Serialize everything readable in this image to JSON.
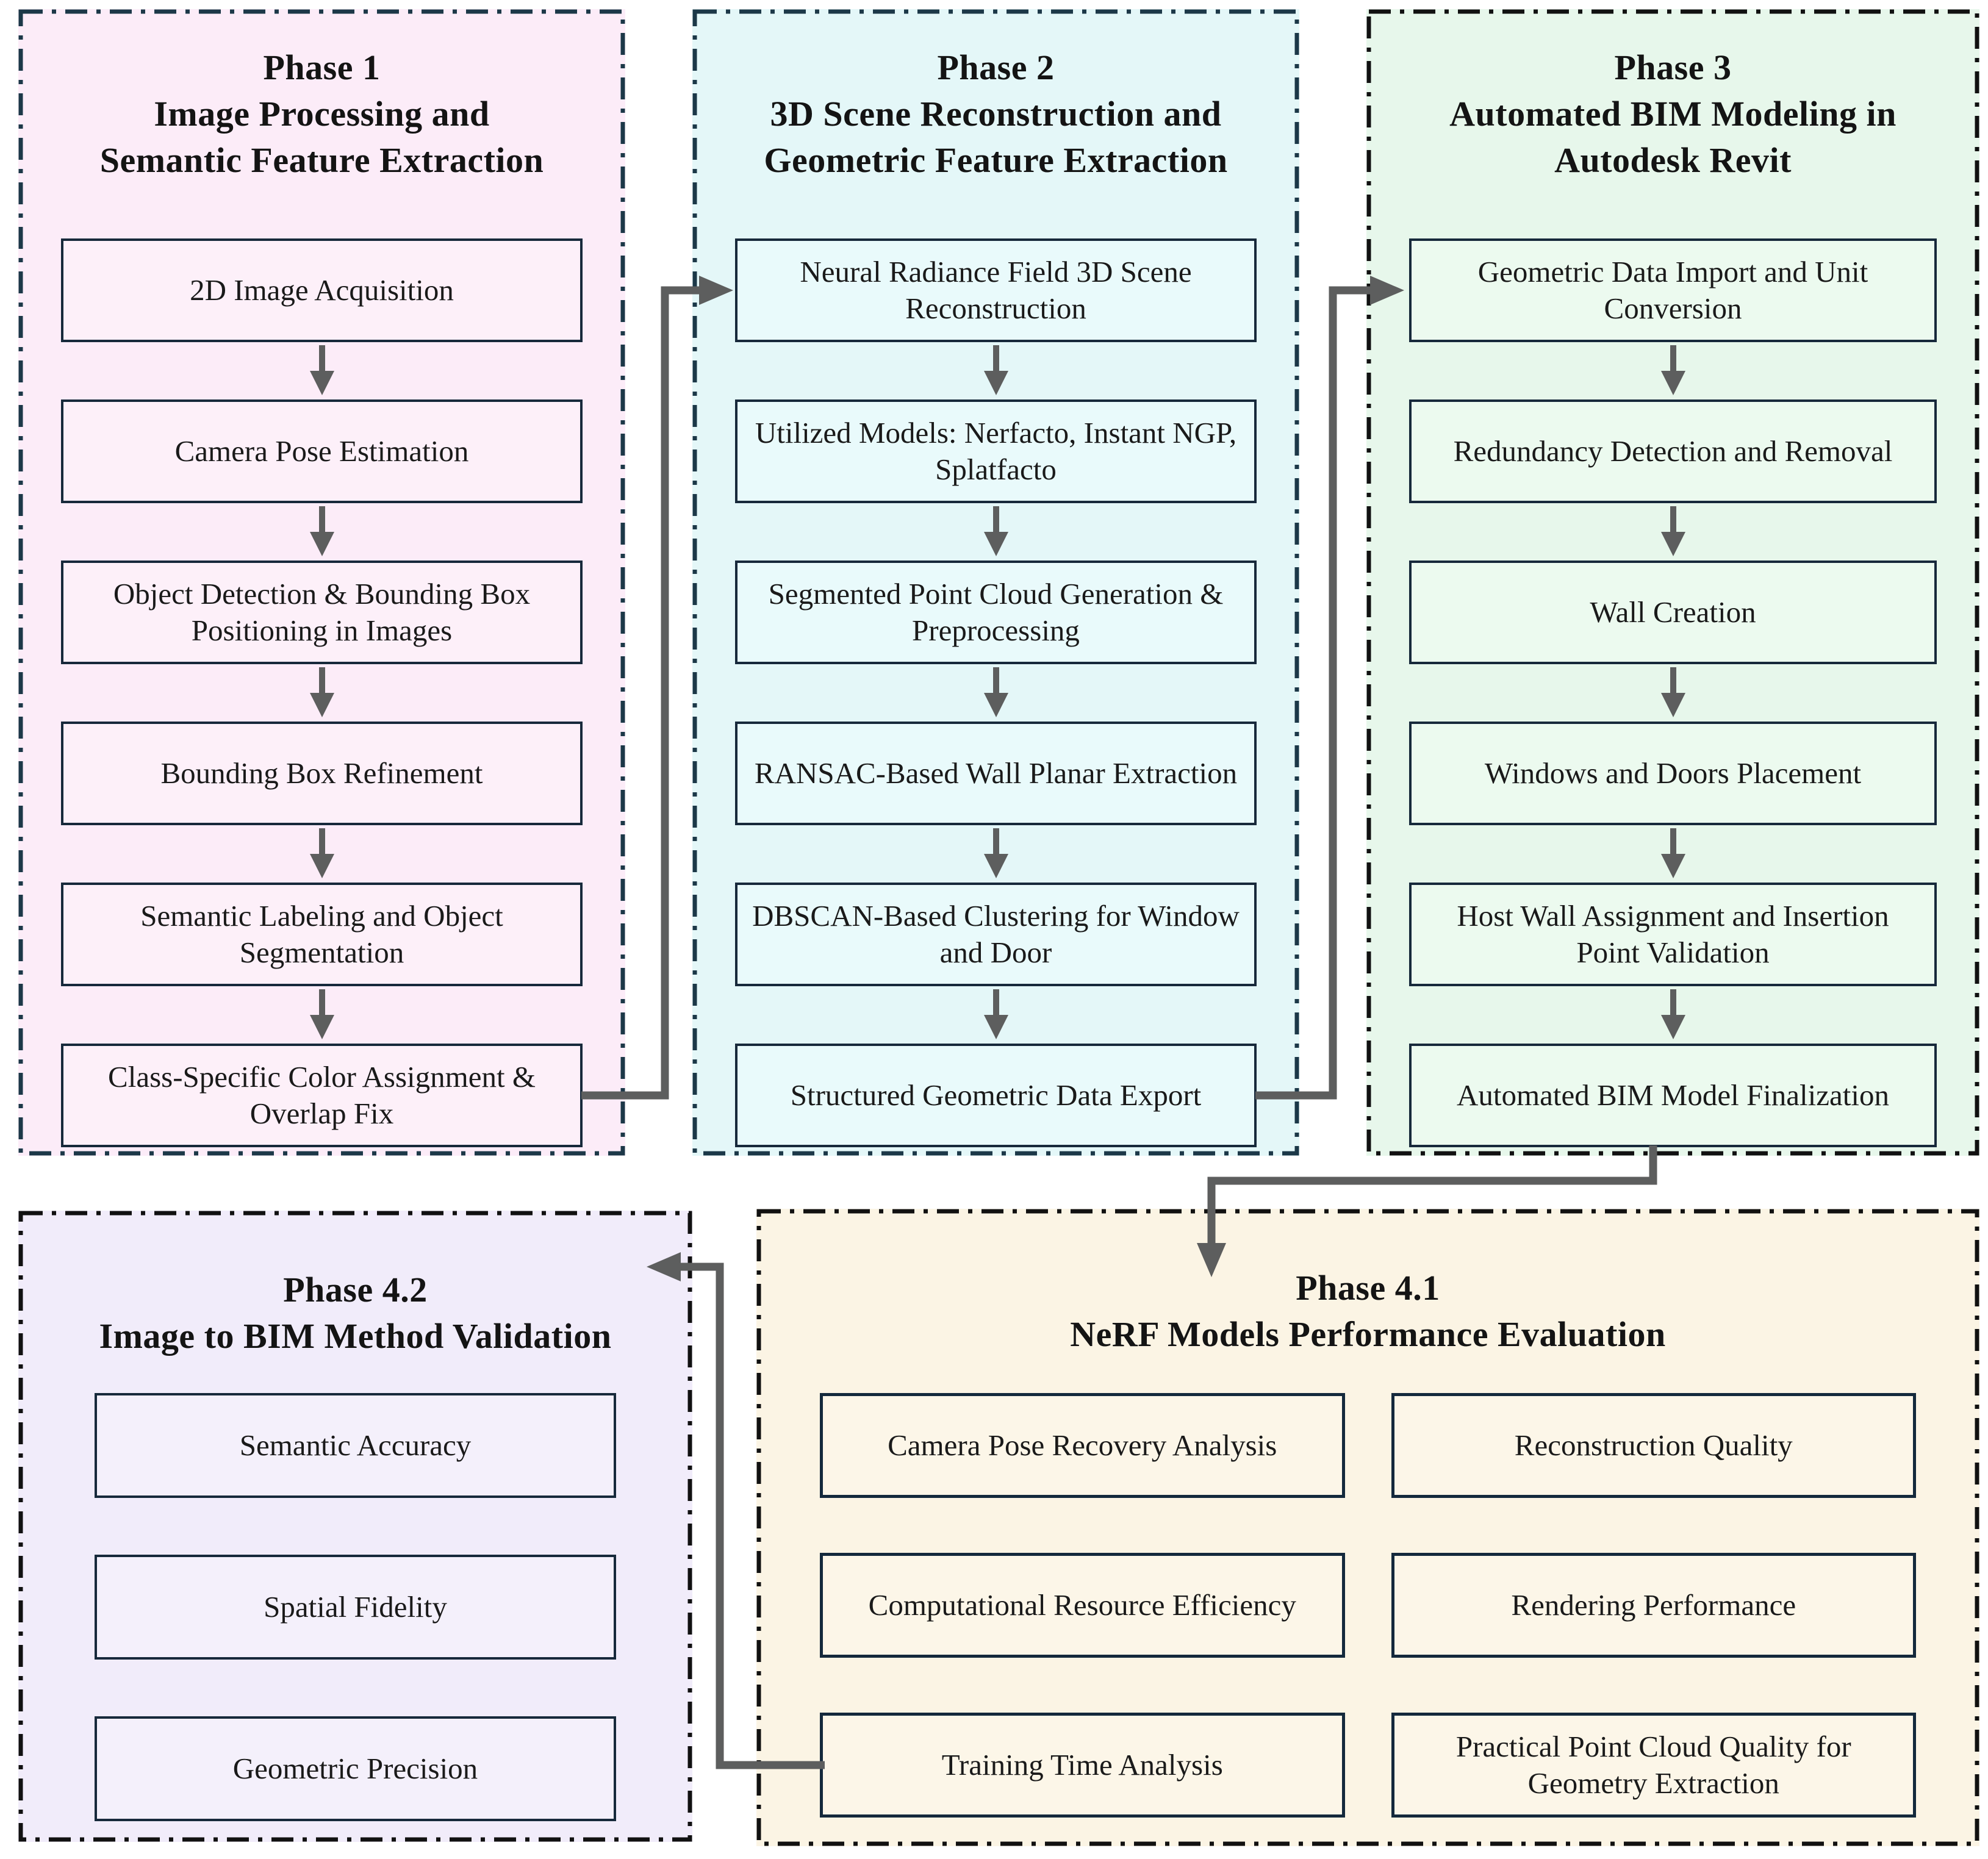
{
  "phase1": {
    "title": [
      "Phase 1",
      "Image Processing and",
      "Semantic Feature Extraction"
    ],
    "boxes": [
      "2D Image Acquisition",
      "Camera Pose Estimation",
      "Object Detection & Bounding Box Positioning in Images",
      "Bounding Box Refinement",
      "Semantic Labeling and Object Segmentation",
      "Class-Specific Color Assignment & Overlap Fix"
    ]
  },
  "phase2": {
    "title": [
      "Phase 2",
      "3D Scene Reconstruction and",
      "Geometric Feature Extraction"
    ],
    "boxes": [
      "Neural Radiance Field 3D Scene Reconstruction",
      "Utilized Models: Nerfacto, Instant NGP, Splatfacto",
      "Segmented Point Cloud Generation & Preprocessing",
      "RANSAC-Based Wall Planar Extraction",
      "DBSCAN-Based Clustering for Window and Door",
      "Structured Geometric Data Export"
    ]
  },
  "phase3": {
    "title": [
      "Phase 3",
      "Automated BIM Modeling in",
      "Autodesk Revit"
    ],
    "boxes": [
      "Geometric Data Import and Unit Conversion",
      "Redundancy Detection and Removal",
      "Wall Creation",
      "Windows and Doors Placement",
      "Host Wall Assignment and Insertion Point Validation",
      "Automated BIM Model Finalization"
    ]
  },
  "phase41": {
    "title": [
      "Phase 4.1",
      "NeRF Models Performance Evaluation"
    ],
    "boxes_left": [
      "Camera Pose Recovery Analysis",
      "Computational Resource Efficiency",
      "Training Time Analysis"
    ],
    "boxes_right": [
      "Reconstruction Quality",
      "Rendering Performance",
      "Practical Point Cloud Quality for Geometry Extraction"
    ]
  },
  "phase42": {
    "title": [
      "Phase 4.2",
      "Image to BIM Method Validation"
    ],
    "boxes": [
      "Semantic Accuracy",
      "Spatial Fidelity",
      "Geometric Precision"
    ]
  },
  "colors": {
    "phase1_fill": "#fcecf8",
    "phase2_fill": "#e4f7f8",
    "phase3_fill": "#e7f7eb",
    "phase41_fill": "#fbf4e4",
    "phase42_fill": "#f1ecfa",
    "panel_border_navy": "#1c3848",
    "panel_border_black": "#111111",
    "box_border_navy": "#17293b",
    "connector_gray": "#5d5e5e",
    "text": "#1a1a1a"
  }
}
